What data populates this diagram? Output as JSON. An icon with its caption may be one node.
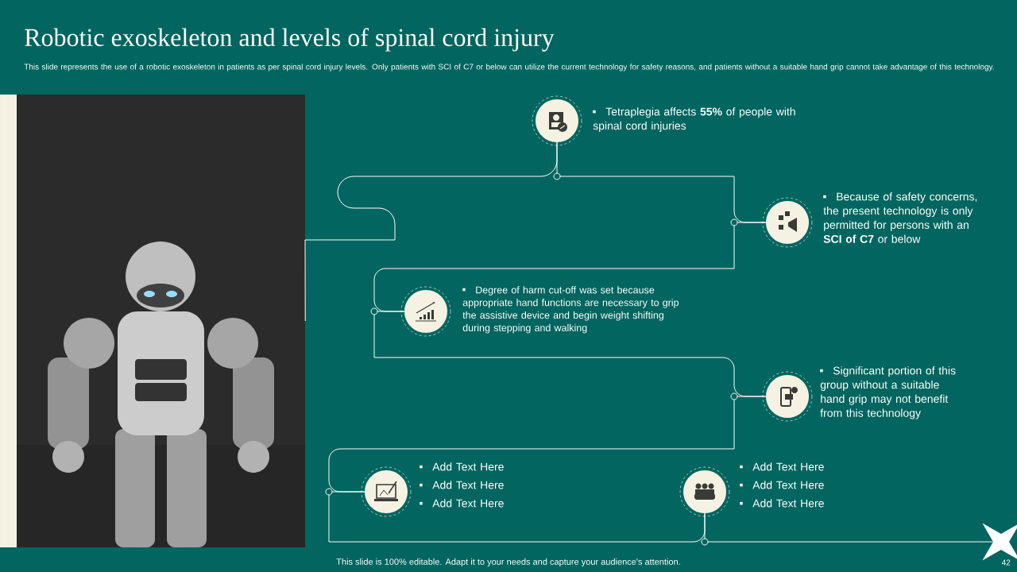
{
  "diagram": {
    "title": "Robotic exoskeleton and levels of spinal cord injury",
    "nodes": [
      {
        "text": [],
        "shape": "picture"
      },
      {
        "text": [],
        "shape": "circle",
        "beside": [
          "Tetraplegia affects **55%** of people with spinal cord injuries"
        ]
      },
      {
        "text": [],
        "shape": "circle",
        "beside": [
          "Because of safety concerns, the present technology is only permitted for persons with an **SCI of C7** or below"
        ]
      },
      {
        "text": [],
        "shape": "circle",
        "beside": [
          "Degree of harm cut-off was set because appropriate hand functions are necessary to grip the assistive device and begin weight shifting during stepping and walking"
        ]
      },
      {
        "text": [],
        "shape": "circle",
        "beside": [
          "Significant portion of this group without a suitable hand grip may not benefit from this technology"
        ]
      },
      {
        "text": [],
        "shape": "circle",
        "beside": [
          "Add Text Here",
          "Add Text Here",
          "Add Text Here"
        ]
      },
      {
        "text": [],
        "shape": "circle",
        "beside": [
          "Add Text Here",
          "Add Text Here",
          "Add Text Here"
        ]
      },
      {
        "text": [],
        "shape": "star"
      }
    ],
    "edges": [
      {
        "from": 0,
        "to": 1,
        "arrow": "none"
      },
      {
        "from": 1,
        "to": 2,
        "arrow": "none"
      },
      {
        "from": 2,
        "to": 3,
        "arrow": "none"
      },
      {
        "from": 3,
        "to": 4,
        "arrow": "none"
      },
      {
        "from": 4,
        "to": 5,
        "arrow": "none"
      },
      {
        "from": 5,
        "to": 6,
        "arrow": "none"
      },
      {
        "from": 6,
        "to": 7,
        "arrow": "none"
      }
    ],
    "labels": [
      "This slide represents the use of a robotic exoskeleton in patients as per spinal cord injury levels. Only patients with SCI of C7 or below can utilize the current technology for safety reasons, and patients without a suitable hand grip cannot take advantage of this technology.",
      "This slide is 100% editable. Adapt it to your needs and capture your audience's attention.",
      "42"
    ]
  }
}
